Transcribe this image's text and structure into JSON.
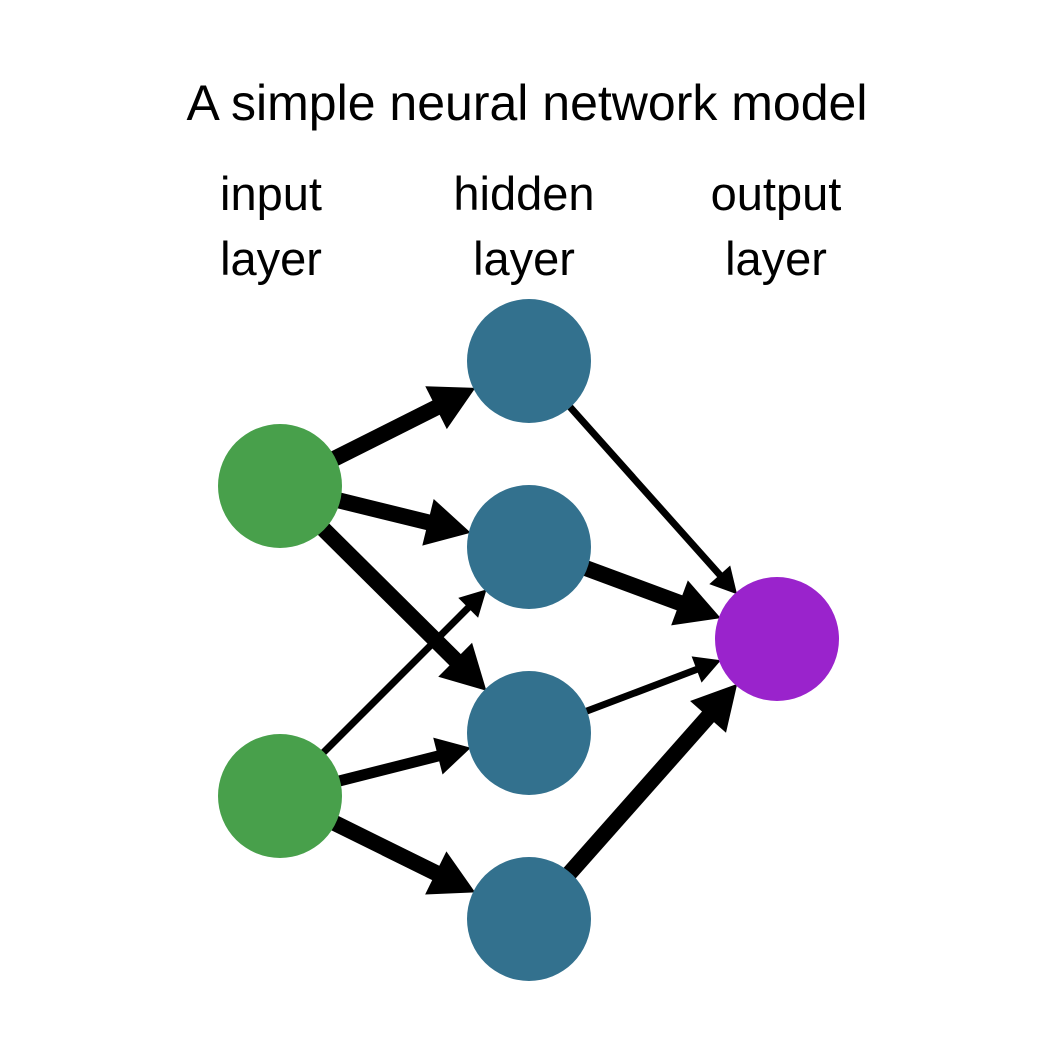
{
  "title": "A simple neural network model",
  "layers": [
    {
      "id": "input",
      "line1": "input",
      "line2": "layer",
      "node_color": "#48a04b",
      "node_count": 2
    },
    {
      "id": "hidden",
      "line1": "hidden",
      "line2": "layer",
      "node_color": "#33718e",
      "node_count": 4
    },
    {
      "id": "output",
      "line1": "output",
      "line2": "layer",
      "node_color": "#9a23cc",
      "node_count": 1
    }
  ],
  "connections": [
    {
      "from": "input-1",
      "to": "hidden-1",
      "weight": "heavy"
    },
    {
      "from": "input-1",
      "to": "hidden-2",
      "weight": "heavy"
    },
    {
      "from": "input-1",
      "to": "hidden-3",
      "weight": "heavy"
    },
    {
      "from": "input-2",
      "to": "hidden-2",
      "weight": "light"
    },
    {
      "from": "input-2",
      "to": "hidden-3",
      "weight": "medium"
    },
    {
      "from": "input-2",
      "to": "hidden-4",
      "weight": "heavy"
    },
    {
      "from": "hidden-1",
      "to": "output-1",
      "weight": "light"
    },
    {
      "from": "hidden-2",
      "to": "output-1",
      "weight": "heavy"
    },
    {
      "from": "hidden-3",
      "to": "output-1",
      "weight": "light"
    },
    {
      "from": "hidden-4",
      "to": "output-1",
      "weight": "heavy"
    }
  ],
  "arrow_color": "#000000"
}
